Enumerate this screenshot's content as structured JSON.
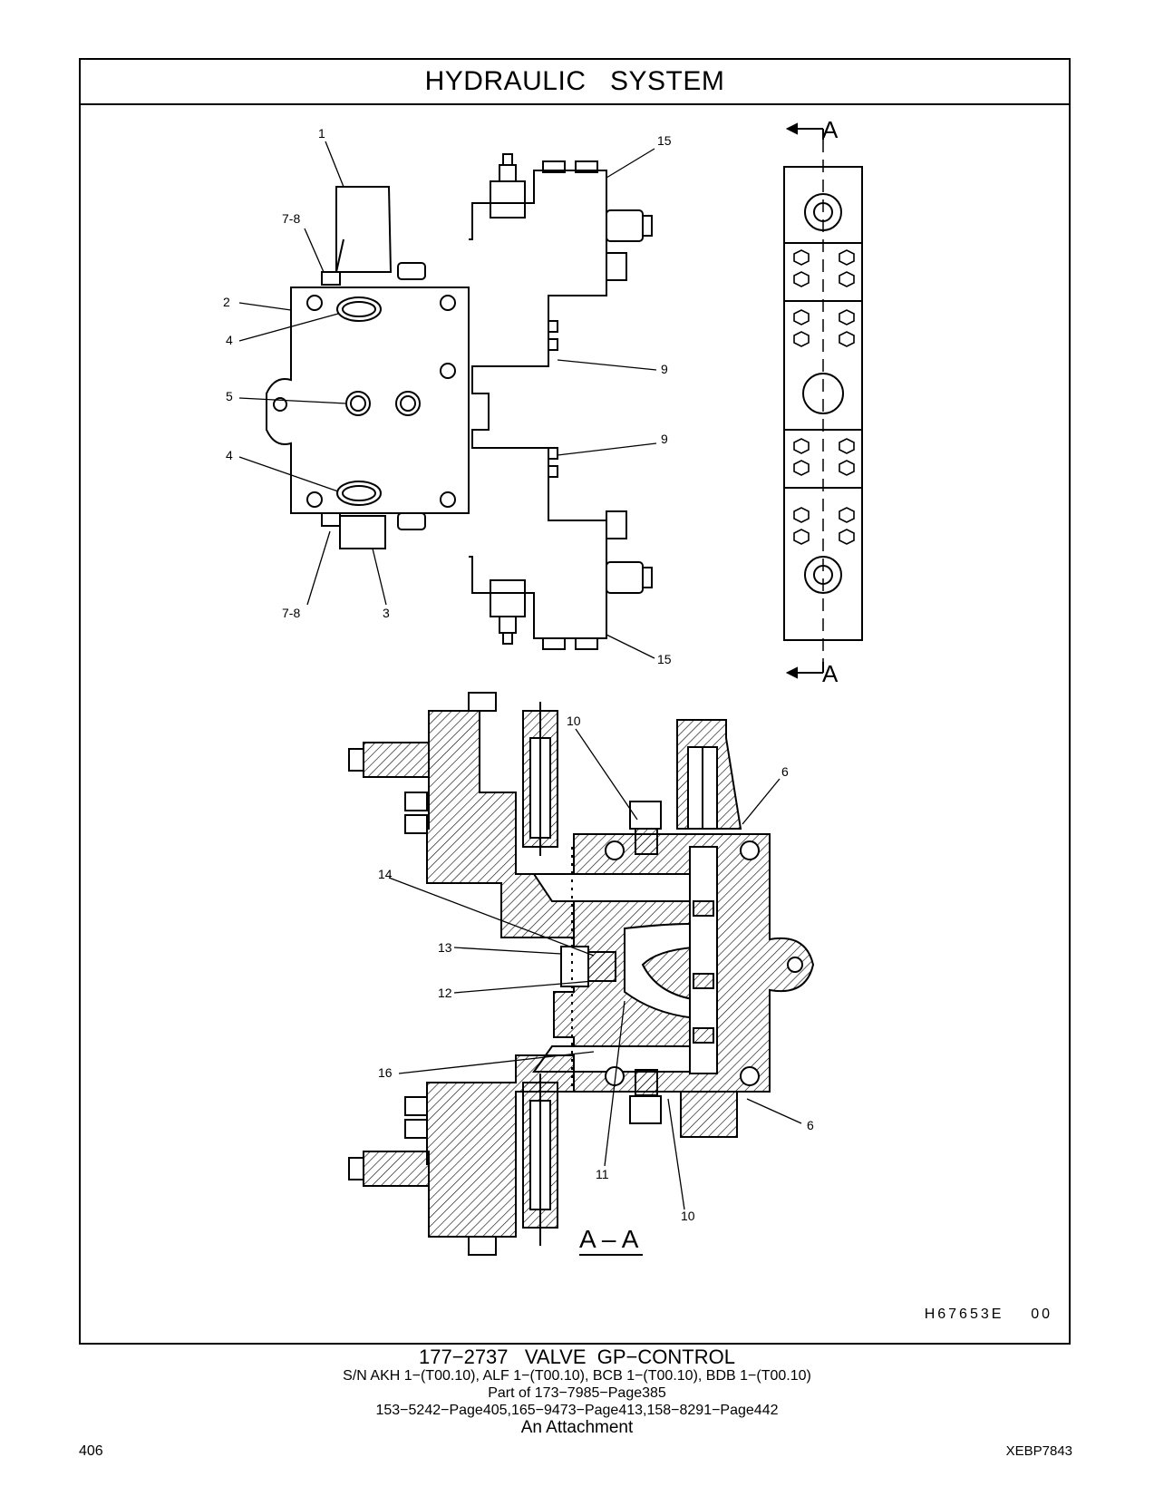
{
  "header": {
    "title": "HYDRAULIC   SYSTEM"
  },
  "callouts": {
    "c1": "1",
    "c2": "2",
    "c3": "3",
    "c4a": "4",
    "c4b": "4",
    "c5": "5",
    "c6a": "6",
    "c6b": "6",
    "c78a": "7-8",
    "c78b": "7-8",
    "c9a": "9",
    "c9b": "9",
    "c10a": "10",
    "c10b": "10",
    "c11": "11",
    "c12": "12",
    "c13": "13",
    "c14": "14",
    "c15a": "15",
    "c15b": "15",
    "c16": "16"
  },
  "section_marks": {
    "top": "A",
    "bottom": "A",
    "view_label": "A – A"
  },
  "drawing_code": "H67653E    00",
  "caption": {
    "title": "177−2737   VALVE  GP−CONTROL",
    "serials": "S/N AKH 1−(T00.10), ALF 1−(T00.10), BCB 1−(T00.10), BDB 1−(T00.10)",
    "part_of": "Part of 173−7985−Page385",
    "pages": "153−5242−Page405,165−9473−Page413,158−8291−Page442",
    "attachment": "An Attachment"
  },
  "footer": {
    "page_number": "406",
    "doc_code": "XEBP7843"
  }
}
